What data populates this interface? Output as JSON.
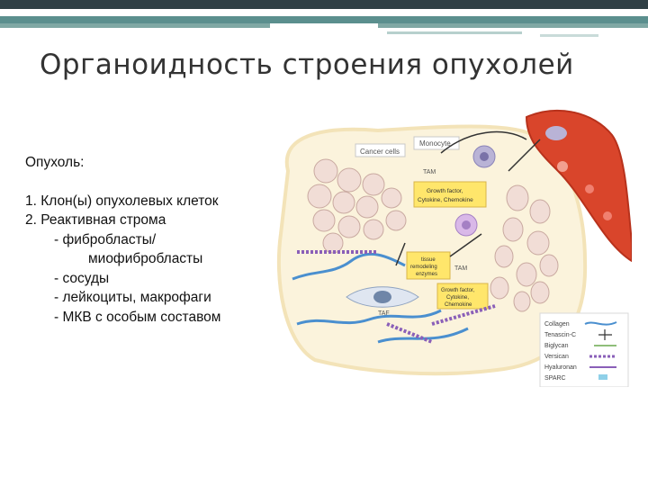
{
  "slide": {
    "title": "Органоидность строения опухолей",
    "intro": "Опухоль:",
    "items": [
      "1.  Клон(ы) опухолевых клеток",
      "2.  Реактивная строма"
    ],
    "subitems": [
      "- фибробласты/",
      "миофибробласты",
      "- сосуды",
      "- лейкоциты, макрофаги",
      "- МКВ с особым составом"
    ]
  },
  "figure": {
    "labels": {
      "cancer_cells": "Cancer cells",
      "monocyte": "Monocyte",
      "tam_top": "TAM",
      "growth1": "Growth factor,",
      "cytokine1": "Cytokine, Chemokine",
      "tissue1": "tissue",
      "tissue2": "remodeling",
      "tissue3": "enzymes",
      "tam": "TAM",
      "growth2": "Growth factor,",
      "cytokine2": "Cytokine,",
      "chemokine2": "Chemokine",
      "taf": "TAF"
    },
    "legend": [
      "Collagen",
      "Tenascin-C",
      "Biglycan",
      "Versican",
      "Hyaluronan",
      "SPARC"
    ]
  },
  "colors": {
    "header_dark": "#2f3f45",
    "header_teal": "#5b8f8e",
    "cell_bg": "#fbf3dc",
    "vessel": "#d9452b",
    "collagen": "#4a8fcf",
    "versican": "#8a5fb8"
  }
}
